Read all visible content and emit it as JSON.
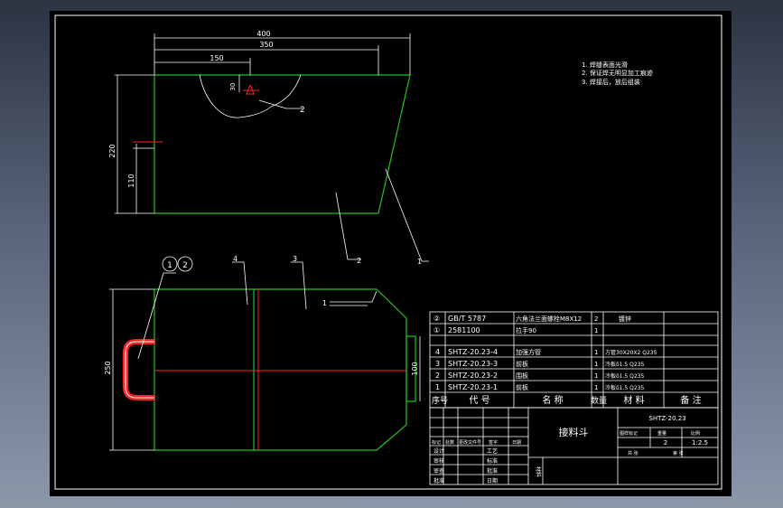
{
  "notes": [
    "1. 焊缝表面光滑",
    "2. 保证焊无明显加工痕迹",
    "3. 焊接后，放后组装"
  ],
  "dimensions": {
    "d400": "400",
    "d350": "350",
    "d150": "150",
    "d30": "30",
    "d220": "220",
    "d110": "110",
    "d250": "250",
    "d100": "100"
  },
  "balloons": {
    "b1": "1",
    "b2": "2",
    "b3": "3",
    "b4": "4",
    "c1": "1",
    "c2": "2",
    "cc1": "①",
    "cc2": "②"
  },
  "bom": {
    "header": [
      "序号",
      "代 号",
      "名 称",
      "数量",
      "材 料",
      "备 注"
    ],
    "rows": [
      [
        "②",
        "GB/T 5787",
        "六角法兰面螺栓M8X12",
        "2",
        "镀锌"
      ],
      [
        "①",
        "2581100",
        "拉手90",
        "1",
        ""
      ],
      [
        "4",
        "SHTZ-20.23-4",
        "加强方管",
        "1",
        "方管30X20X2 Q235"
      ],
      [
        "3",
        "SHTZ-20.23-3",
        "前板",
        "1",
        "冷板δ1.5 Q235"
      ],
      [
        "2",
        "SHTZ-20.23-2",
        "围板",
        "1",
        "冷板δ1.5 Q235"
      ],
      [
        "1",
        "SHTZ-20.23-1",
        "前板",
        "1",
        "冷板δ1.5 Q235"
      ]
    ]
  },
  "title_block": {
    "name": "接料斗",
    "code": "SHTZ-20.23",
    "h_stage": "图样标记",
    "h_weight": "重量",
    "h_scale": "比例",
    "qty": "2",
    "scale": "1:2.5",
    "sheet_total": "共 张",
    "sheet_no": "第 张",
    "material": "材料",
    "sign_row": [
      "标记",
      "处数",
      "更改文件号",
      "签字",
      "日期"
    ],
    "roles": [
      "设计",
      "审核",
      "审查",
      "批准"
    ],
    "roles2": [
      "工艺",
      "标准",
      "批准",
      "日期"
    ]
  }
}
